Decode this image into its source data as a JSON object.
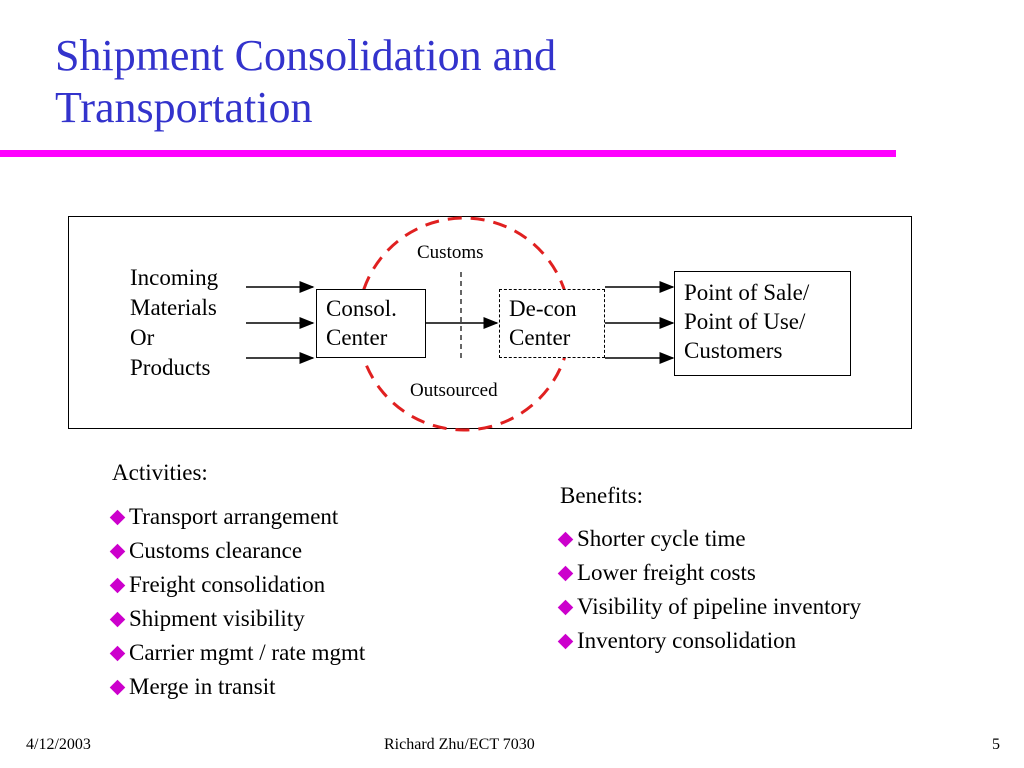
{
  "slide": {
    "title_line1": "Shipment Consolidation and",
    "title_line2": "Transportation",
    "accent_color": "#ff00ff",
    "title_color": "#3333cc"
  },
  "diagram": {
    "incoming": "Incoming\nMaterials\nOr\nProducts",
    "consol": "Consol.\nCenter",
    "decon": "De-con\nCenter",
    "pos": "Point of Sale/\nPoint of Use/\nCustomers",
    "customs": "Customs",
    "outsourced": "Outsourced",
    "circle_color": "#e02020"
  },
  "activities": {
    "heading": "Activities:",
    "items": [
      "Transport arrangement",
      "Customs clearance",
      "Freight consolidation",
      "Shipment visibility",
      "Carrier mgmt / rate mgmt",
      "Merge in transit"
    ]
  },
  "benefits": {
    "heading": "Benefits:",
    "items": [
      "Shorter cycle time",
      "Lower freight costs",
      "Visibility of pipeline inventory",
      "Inventory consolidation"
    ]
  },
  "footer": {
    "date": "4/12/2003",
    "author": "Richard Zhu/ECT 7030",
    "page": "5"
  }
}
